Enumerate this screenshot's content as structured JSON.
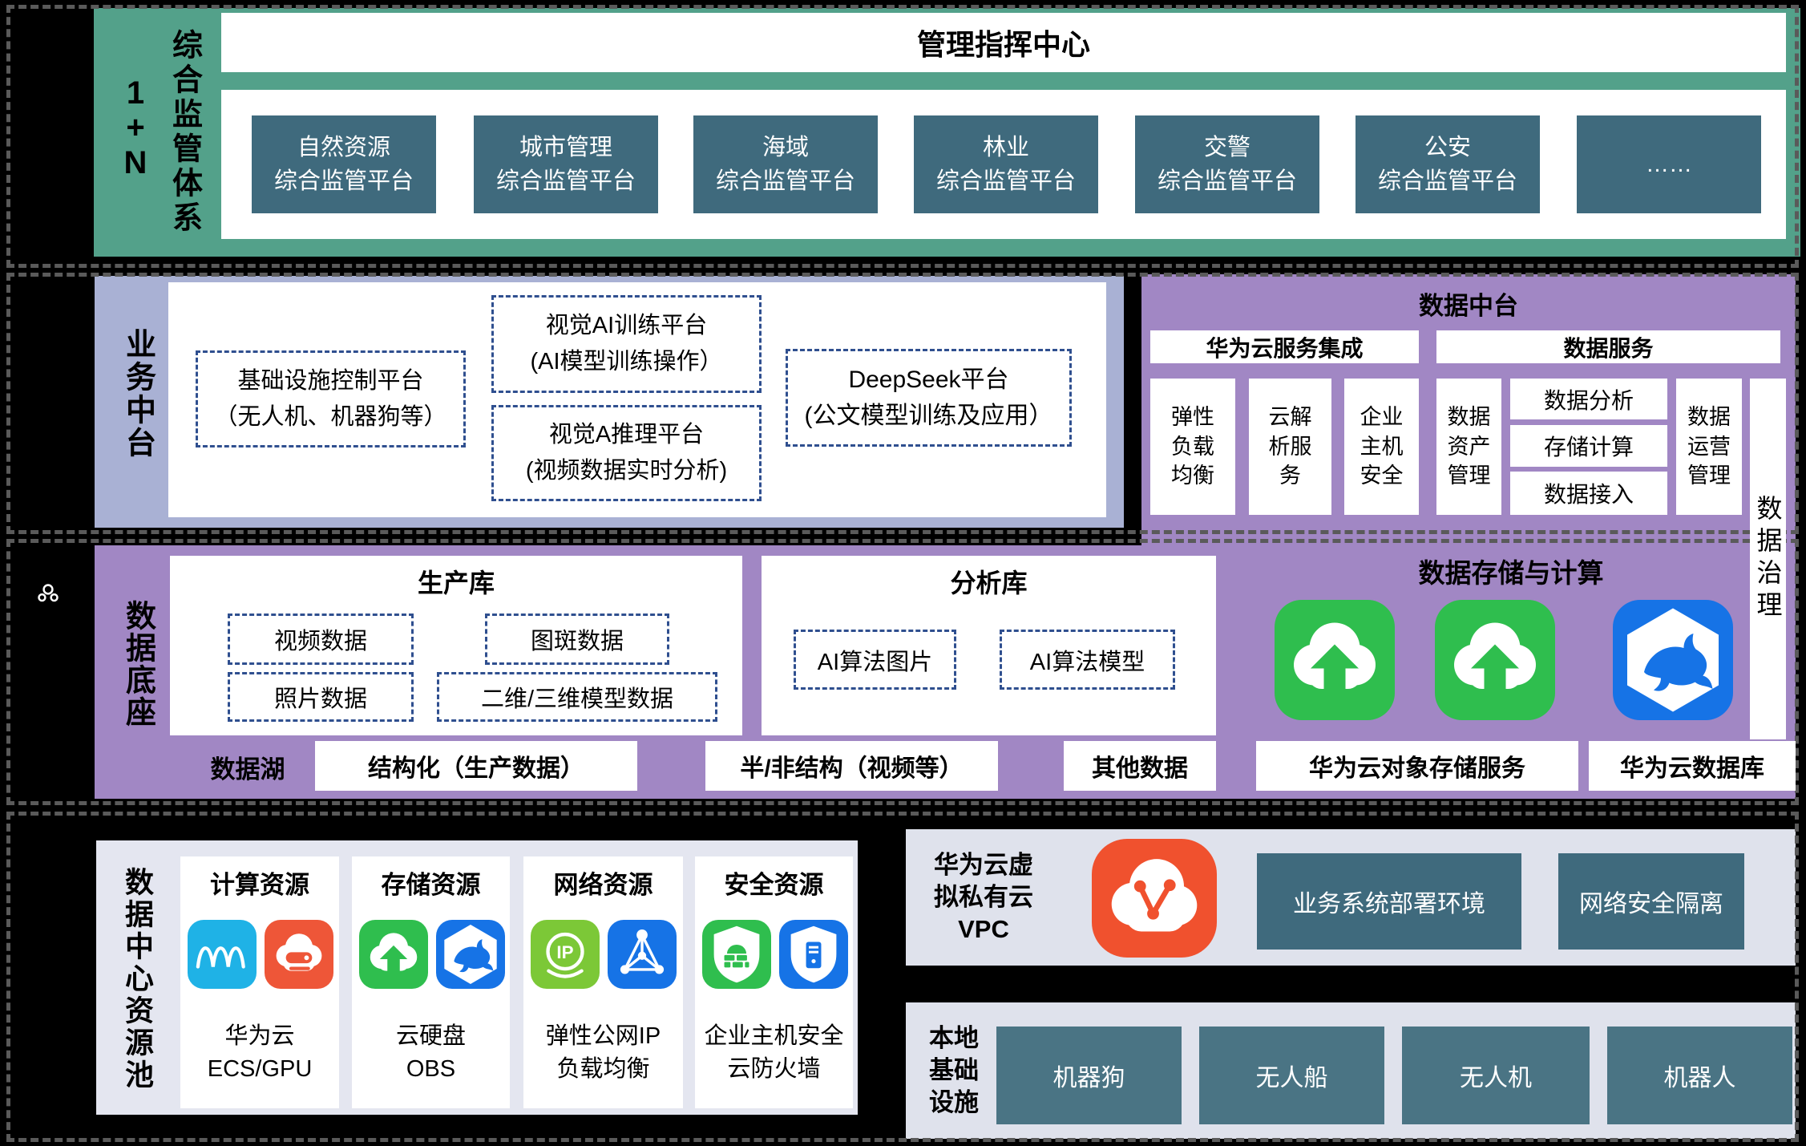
{
  "colors": {
    "canvas_bg": "#000000",
    "band1_green": "#53a18a",
    "platform_teal": "#3f6a7d",
    "business_lavender": "#a9b1d4",
    "data_purple": "#a187c4",
    "dashed_navy": "#2f4f8f",
    "resource_bg": "#e4e6f0",
    "icon_green": "#2fbe4e",
    "icon_blue": "#1673e6",
    "icon_cyan": "#1fb2e6",
    "icon_red": "#ee5638",
    "icon_lightgreen": "#7cc837",
    "icon_orange": "#f0512e"
  },
  "band1": {
    "tag": [
      "1",
      "+",
      "N"
    ],
    "side_label": "综合监管体系",
    "title": "管理指挥中心",
    "platforms": [
      {
        "line1": "自然资源",
        "line2": "综合监管平台"
      },
      {
        "line1": "城市管理",
        "line2": "综合监管平台"
      },
      {
        "line1": "海域",
        "line2": "综合监管平台"
      },
      {
        "line1": "林业",
        "line2": "综合监管平台"
      },
      {
        "line1": "交警",
        "line2": "综合监管平台"
      },
      {
        "line1": "公安",
        "line2": "综合监管平台"
      },
      {
        "line1": "……",
        "line2": ""
      }
    ]
  },
  "band2": {
    "business": {
      "side_label": "业务中台",
      "infra": {
        "line1": "基础设施控制平台",
        "line2": "（无人机、机器狗等）"
      },
      "vision_train": {
        "line1": "视觉AI训练平台",
        "line2": "(AI模型训练操作）"
      },
      "vision_infer": {
        "line1": "视觉A推理平台",
        "line2": "(视频数据实时分析)"
      },
      "deepseek": {
        "line1": "DeepSeek平台",
        "line2": "(公文模型训练及应用）"
      }
    },
    "data_platform": {
      "title": "数据中台",
      "header_left": "华为云服务集成",
      "header_right": "数据服务",
      "columns": [
        {
          "l1": "弹性",
          "l2": "负载",
          "l3": "均衡"
        },
        {
          "l1": "云解",
          "l2": "析服",
          "l3": "务"
        },
        {
          "l1": "企业",
          "l2": "主机",
          "l3": "安全"
        },
        {
          "l1": "数据",
          "l2": "资产",
          "l3": "管理"
        }
      ],
      "stack": [
        "数据分析",
        "存储计算",
        "数据接入"
      ],
      "ops": {
        "l1": "数据",
        "l2": "运营",
        "l3": "管理"
      },
      "governance": "数据治理"
    }
  },
  "band3": {
    "side_label": "数据底座",
    "production": {
      "title": "生产库",
      "items": [
        "视频数据",
        "图斑数据",
        "照片数据",
        "二维/三维模型数据"
      ]
    },
    "analysis": {
      "title": "分析库",
      "items": [
        "AI算法图片",
        "AI算法模型"
      ]
    },
    "storage_title": "数据存储与计算",
    "lake_label": "数据湖",
    "bottom_boxes": [
      "结构化（生产数据）",
      "半/非结构（视频等）",
      "其他数据",
      "华为云对象存储服务",
      "华为云数据库"
    ]
  },
  "band4": {
    "resource_pool": {
      "side_label": "数据中心资源池",
      "columns": [
        {
          "title": "计算资源",
          "label1": "华为云",
          "label2": "ECS/GPU"
        },
        {
          "title": "存储资源",
          "label1": "云硬盘",
          "label2": "OBS"
        },
        {
          "title": "网络资源",
          "label1": "弹性公网IP",
          "label2": "负载均衡"
        },
        {
          "title": "安全资源",
          "label1": "企业主机安全",
          "label2": "云防火墙"
        }
      ]
    },
    "vpc": {
      "label_lines": [
        "华为云虚",
        "拟私有云",
        "VPC"
      ],
      "deploy_box": "业务系统部署环境",
      "isolation_box": "网络安全隔离"
    },
    "local": {
      "label_lines": [
        "本地",
        "基础",
        "设施"
      ],
      "boxes": [
        "机器狗",
        "无人船",
        "无人机",
        "机器人"
      ]
    }
  },
  "icons": {
    "eip_text": "IP",
    "names": [
      "cloud-upload",
      "dolphin-database",
      "wave-compute",
      "cloud-server",
      "ip-circle",
      "mesh-network",
      "shield-firewall",
      "shield-host",
      "vpc-cloud",
      "cluster"
    ]
  }
}
